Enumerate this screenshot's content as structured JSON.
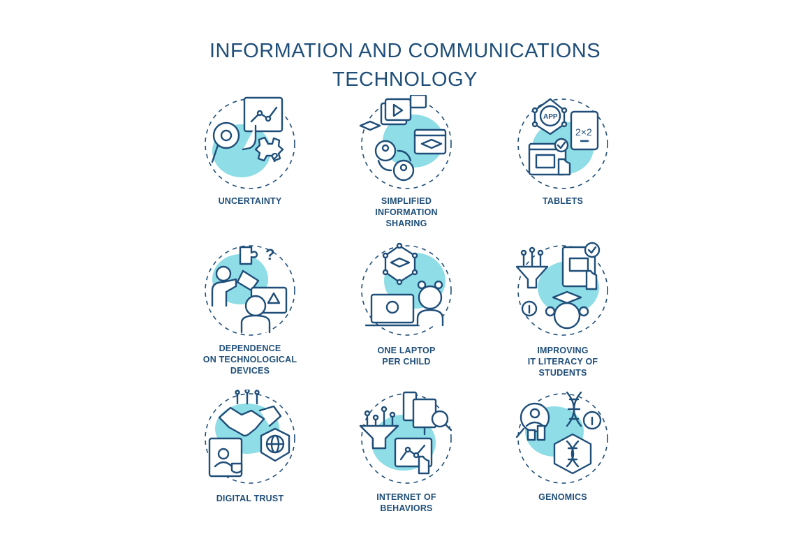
{
  "title": {
    "line1": "INFORMATION AND COMMUNICATIONS",
    "line2": "TECHNOLOGY"
  },
  "concepts": [
    {
      "label_lines": [
        "UNCERTAINTY"
      ],
      "icon": "gear-question-icon"
    },
    {
      "label_lines": [
        "SIMPLIFIED",
        "INFORMATION",
        "SHARING"
      ],
      "icon": "sharing-media-icon"
    },
    {
      "label_lines": [
        "TABLETS"
      ],
      "icon": "tablet-app-icon"
    },
    {
      "label_lines": [
        "DEPENDENCE",
        "ON TECHNOLOGICAL",
        "DEVICES"
      ],
      "icon": "puzzle-device-icon"
    },
    {
      "label_lines": [
        "ONE LAPTOP",
        "PER CHILD"
      ],
      "icon": "laptop-child-icon"
    },
    {
      "label_lines": [
        "IMPROVING",
        "IT LITERACY OF",
        "STUDENTS"
      ],
      "icon": "funnel-student-icon"
    },
    {
      "label_lines": [
        "DIGITAL TRUST"
      ],
      "icon": "handshake-icon"
    },
    {
      "label_lines": [
        "INTERNET OF",
        "BEHAVIORS"
      ],
      "icon": "funnel-analytics-icon"
    },
    {
      "label_lines": [
        "GENOMICS"
      ],
      "icon": "dna-icon"
    }
  ],
  "colors": {
    "text": "#1f4e79",
    "accent": "#8fdde6",
    "background": "#ffffff"
  }
}
